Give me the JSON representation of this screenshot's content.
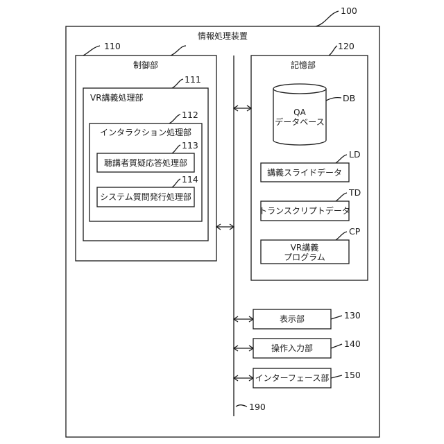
{
  "device": {
    "title": "情報処理装置",
    "ref": "100"
  },
  "control": {
    "title": "制御部",
    "ref": "110",
    "vr": {
      "title": "VR講義処理部",
      "ref": "111",
      "interaction": {
        "title": "インタラクション処理部",
        "ref": "112",
        "qa": {
          "label": "聴講者質疑応答処理部",
          "ref": "113"
        },
        "question": {
          "label": "システム質問発行処理部",
          "ref": "114"
        }
      }
    }
  },
  "storage": {
    "title": "記憶部",
    "ref": "120",
    "db": {
      "line1": "QA",
      "line2": "データベース",
      "ref": "DB"
    },
    "slides": {
      "label": "講義スライドデータ",
      "ref": "LD"
    },
    "transcript": {
      "label": "トランスクリプトデータ",
      "ref": "TD"
    },
    "program": {
      "line1": "VR講義",
      "line2": "プログラム",
      "ref": "CP"
    }
  },
  "display": {
    "label": "表示部",
    "ref": "130"
  },
  "input": {
    "label": "操作入力部",
    "ref": "140"
  },
  "iface": {
    "label": "インターフェース部",
    "ref": "150"
  },
  "bus": {
    "ref": "190"
  }
}
